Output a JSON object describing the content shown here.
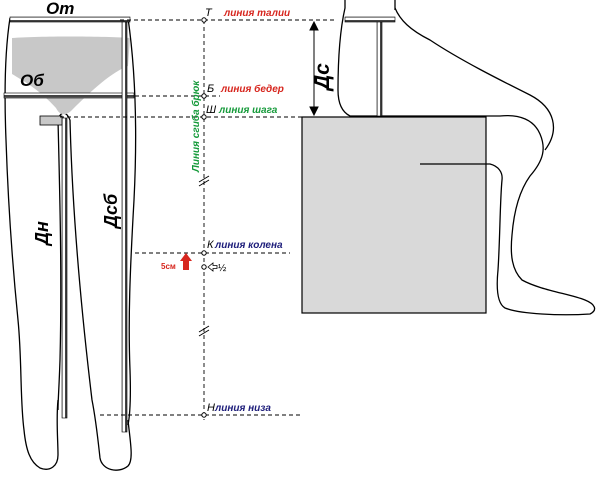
{
  "labels": {
    "ot": "От",
    "ob": "Об",
    "dn": "Дн",
    "dsb": "Дсб",
    "ds": "Дс",
    "bend_line": "Линия сгиба брюк"
  },
  "points": {
    "t": "Т",
    "b": "Б",
    "sh": "Ш",
    "k": "К",
    "n": "Н"
  },
  "lines": {
    "waist": "линия талии",
    "hips": "линия бедер",
    "crotch": "линия шага",
    "knee": "линия колена",
    "bottom": "линия низа"
  },
  "marks": {
    "offset": "5см",
    "half": "½"
  },
  "colors": {
    "red": "#d7261e",
    "green": "#159a3a",
    "navy": "#1c1c7a",
    "underwear": "#c8c8c8",
    "block": "#d9d9d9"
  }
}
